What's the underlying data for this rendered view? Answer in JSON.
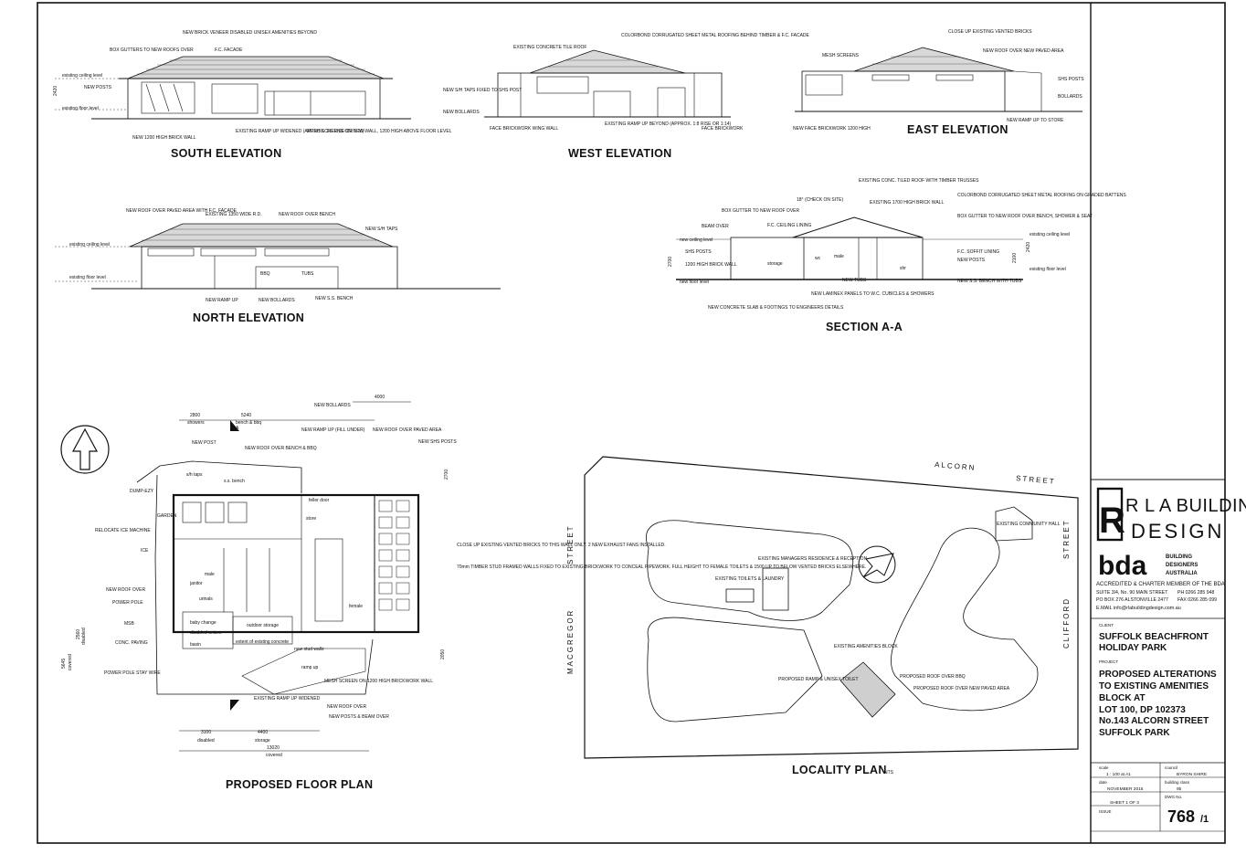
{
  "views": {
    "south": {
      "title": "SOUTH ELEVATION",
      "notes": [
        "NEW BRICK VENEER DISABLED UNISEX AMENITIES BEYOND",
        "BOX GUTTERS TO NEW ROOFS OVER",
        "F.C. FACADE",
        "existing ceiling level",
        "NEW POSTS",
        "existing floor level",
        "NEW 1200 HIGH BRICK WALL",
        "EXISTING RAMP UP WIDENED (APPROX. 1:6 RISE OR 1:16)",
        "MESH SCREENS ON NEW WALL, 1200 HIGH ABOVE FLOOR LEVEL"
      ],
      "dim": "2420"
    },
    "west": {
      "title": "WEST ELEVATION",
      "notes": [
        "EXISTING CONCRETE TILE ROOF",
        "COLORBOND CORRUGATED SHEET METAL ROOFING BEHIND TIMBER & F.C. FACADE",
        "NEW S/H TAPS FIXED TO SHS POST",
        "NEW BOLLARDS",
        "FACE BRICKWORK WING WALL",
        "EXISTING RAMP UP BEYOND (APPROX. 1:8 RISE OR 1:14)",
        "FACE BRICKWORK"
      ]
    },
    "east": {
      "title": "EAST ELEVATION",
      "notes": [
        "CLOSE UP EXISTING VENTED BRICKS",
        "MESH SCREENS",
        "NEW ROOF OVER NEW PAVED AREA",
        "SHS POSTS",
        "BOLLARDS",
        "NEW FACE BRICKWORK 1200 HIGH",
        "NEW RAMP UP TO STORE"
      ]
    },
    "north": {
      "title": "NORTH ELEVATION",
      "notes": [
        "NEW ROOF OVER PAVED AREA WITH F.C. FACADE",
        "EXISTING 1350 WIDE R.D.",
        "NEW ROOF OVER BENCH",
        "NEW S/H TAPS",
        "existing ceiling level",
        "existing floor level",
        "BBQ",
        "TUBS",
        "NEW RAMP UP",
        "NEW BOLLARDS",
        "NEW S.S. BENCH"
      ]
    },
    "section": {
      "title": "SECTION A-A",
      "notes": [
        "EXISTING CONC. TILED ROOF WITH TIMBER TRUSSES",
        "18° (CHECK ON SITE)",
        "EXISTING 1700 HIGH BRICK WALL",
        "COLORBOND CORRUGATED SHEET METAL ROOFING ON GRADED BATTENS",
        "BOX GUTTER TO NEW ROOF OVER",
        "BEAM OVER",
        "F.C. CEILING LINING",
        "BOX GUTTER TO NEW ROOF OVER BENCH, SHOWER & SEAT",
        "new ceiling level",
        "SHS POSTS",
        "1200 HIGH BRICK WALL",
        "new floor level",
        "storage",
        "wc",
        "male",
        "shr",
        "NEW TUBS",
        "existing ceiling level",
        "F.C. SOFFIT LINING",
        "NEW POSTS",
        "existing floor level",
        "NEW S.S. BENCH WITH TUBS",
        "NEW LAMINEX PANELS TO W.C. CUBICLES & SHOWERS",
        "NEW CONCRETE SLAB & FOOTINGS TO ENGINEERS DETAILS"
      ],
      "dims": [
        "2700",
        "2100",
        "2420"
      ]
    },
    "floor": {
      "title": "PROPOSED FLOOR PLAN",
      "dims_top": [
        "2800",
        "5240",
        "4000"
      ],
      "dims_top_sub": [
        "showers",
        "bench & bbq"
      ],
      "dims_bottom": [
        "3100",
        "4400",
        "13020"
      ],
      "dims_bottom_sub": [
        "disabled",
        "storage",
        "covered"
      ],
      "dims_left": [
        "2560",
        "5645"
      ],
      "dims_left_sub": [
        "disabled",
        "covered"
      ],
      "dims_right": [
        "2700",
        "2050"
      ],
      "notes": [
        "NEW BOLLARDS",
        "NEW POST",
        "NEW ROOF OVER BENCH & BBQ",
        "NEW RAMP UP (FILL UNDER)",
        "NEW ROOF OVER PAVED AREA",
        "NEW SHS POSTS",
        "s/h taps",
        "s.s. bench",
        "DUMP-EZY",
        "GARDEN",
        "RELOCATE ICE MACHINE",
        "ICE",
        "NEW ROOF OVER",
        "POWER POLE",
        "MSB",
        "CONC. PAVING",
        "POWER POLE STAY WIRE",
        "store",
        "feller door",
        "male",
        "female",
        "outdoor storage",
        "extent of existing concrete",
        "new stud walls",
        "baby change",
        "disabled unisex",
        "basin",
        "ramp up",
        "janitor",
        "urinals",
        "EXISTING RAMP UP WIDENED",
        "MESH SCREEN ON 1200 HIGH BRICKWORK WALL",
        "NEW ROOF OVER",
        "NEW POSTS & BEAM OVER",
        "CLOSE UP EXISTING VENTED BRICKS TO THIS WALL ONLY. 2 NEW EXHAUST FANS INSTALLED.",
        "70mm TIMBER STUD FRAMED WALLS FIXED TO EXISTING BRICKWORK TO CONCEAL PIPEWORK. FULL HEIGHT TO FEMALE TOILETS & 1500 UP TO BELOW VENTED BRICKS ELSEWHERE."
      ],
      "section_marker": "A"
    },
    "locality": {
      "title": "LOCALITY PLAN",
      "title_suffix": "NTS",
      "streets": [
        "ALCORN",
        "STREET",
        "MACGREGOR",
        "STREET",
        "CLIFFORD",
        "STREET"
      ],
      "notes": [
        "EXISTING COMMUNITY HALL",
        "EXISTING MANAGERS RESIDENCE & RECEPTION",
        "EXISTING TOILETS & LAUNDRY",
        "EXISTING AMENITIES BLOCK",
        "PROPOSED ROOF OVER BBQ",
        "PROPOSED ROOF OVER NEW PAVED AREA",
        "PROPOSED RAMP & UNISEX TOILET"
      ]
    }
  },
  "title_block": {
    "logo_r": "R",
    "company_line1": "R L A BUILDING",
    "company_line2": "DESIGN",
    "bda_logo": "bda",
    "bda_text": [
      "BUILDING",
      "DESIGNERS",
      "AUSTRALIA"
    ],
    "accreditation": "ACCREDITED & CHARTER MEMBER OF THE BDA",
    "address_lines": [
      "SUITE 3/4, No. 90 MAIN STREET",
      "PO BOX 276 ALSTONVILLE 2477"
    ],
    "phone": "PH 0266 285 948",
    "fax": "FAX 0266 285 099",
    "email": "E.MAIL   info@rlabuildingdesign.com.au",
    "client_label": "CLIENT",
    "client": [
      "SUFFOLK BEACHFRONT",
      "HOLIDAY PARK"
    ],
    "project_label": "PROJECT",
    "project": [
      "PROPOSED ALTERATIONS",
      "TO EXISTING AMENITIES",
      "BLOCK AT",
      "LOT 100, DP 102373",
      "No.143 ALCORN STREET",
      "SUFFOLK PARK"
    ],
    "scale_label": "scale",
    "scale": "1 : 100 at A1",
    "council_label": "council",
    "council": "BYRON SHIRE",
    "date_label": "date",
    "date": "NOVEMBER 2015",
    "building_class_label": "building class",
    "building_class": "9b",
    "sheet": "SHEET 1 OF 3",
    "dwg_label": "DWG No.",
    "issue_label": "ISSUE",
    "dwg_number": "768",
    "issue": "/1"
  }
}
